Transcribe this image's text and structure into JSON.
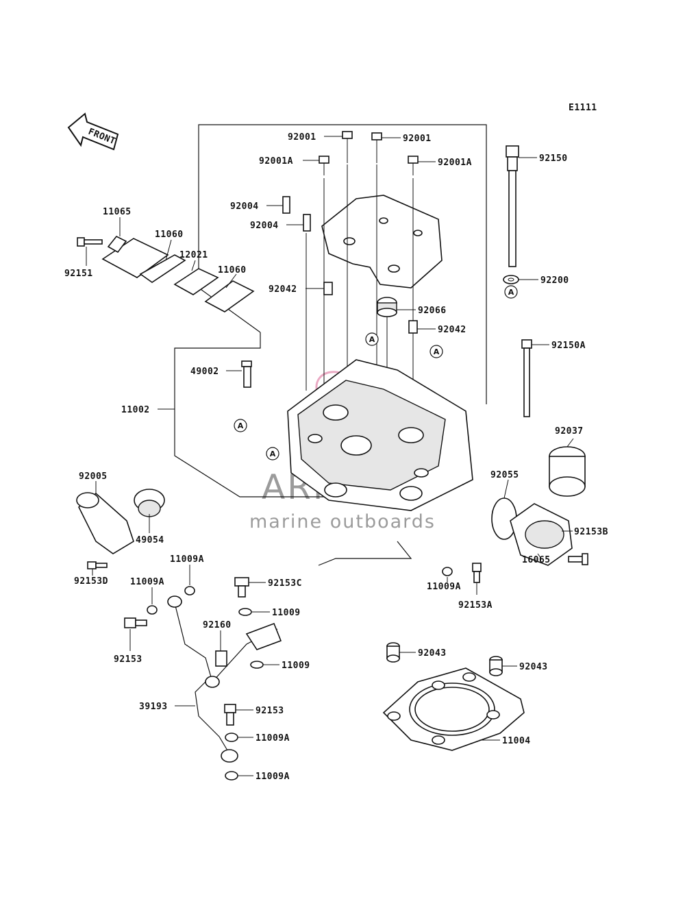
{
  "diagram_code": "E1111",
  "front_label": "FRONT",
  "ref_marker": "A",
  "watermark": {
    "title": "ARMADA",
    "subtitle": "marine outboards",
    "logo_color": "#e8a0bd"
  },
  "labels": {
    "p92001_l": "92001",
    "p92001_r": "92001",
    "p92001A_l": "92001A",
    "p92001A_r": "92001A",
    "p92150": "92150",
    "p92004_a": "92004",
    "p92004_b": "92004",
    "p11065": "11065",
    "p11060_a": "11060",
    "p12021": "12021",
    "p11060_b": "11060",
    "p92151": "92151",
    "p92200": "92200",
    "p92042_a": "92042",
    "p92066": "92066",
    "p92042_b": "92042",
    "p92150A": "92150A",
    "p49002": "49002",
    "p11002": "11002",
    "p92037": "92037",
    "p92005": "92005",
    "p92055": "92055",
    "p49054": "49054",
    "p92153B": "92153B",
    "p92153D": "92153D",
    "p11009A_a": "11009A",
    "p11009A_b": "11009A",
    "p92153C": "92153C",
    "p11009A_c": "11009A",
    "p16065": "16065",
    "p92153A": "92153A",
    "p11009_a": "11009",
    "p92153_a": "92153",
    "p92160": "92160",
    "p11009_b": "11009",
    "p92043_a": "92043",
    "p92043_b": "92043",
    "p39193": "39193",
    "p92153_b": "92153",
    "p11009A_d": "11009A",
    "p11004": "11004",
    "p11009A_e": "11009A"
  }
}
